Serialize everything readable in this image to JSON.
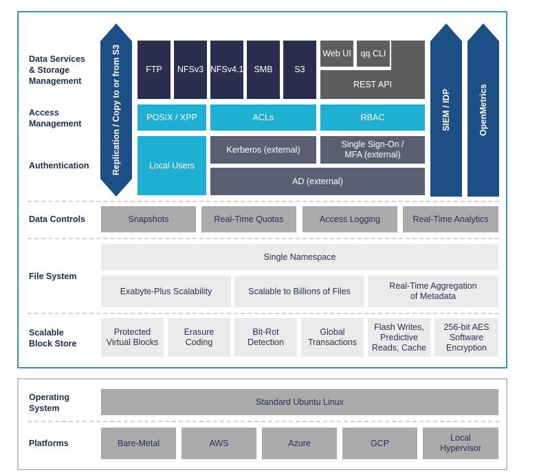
{
  "row_labels": {
    "data_services": "Data Services\n& Storage\nManagement",
    "access_management": "Access\nManagement",
    "authentication": "Authentication",
    "data_controls": "Data Controls",
    "file_system": "File System",
    "block_store": "Scalable\nBlock Store",
    "operating_system": "Operating\nSystem",
    "platforms": "Platforms"
  },
  "arrows": {
    "replication": "Replication / Copy to or from S3",
    "siem": "SIEM / IDP",
    "openmetrics": "OpenMetrics"
  },
  "protocols": [
    "FTP",
    "NFSv3",
    "NFSv4.1",
    "SMB",
    "S3"
  ],
  "interfaces": {
    "web_ui": "Web UI",
    "qq_cli": "qq CLI",
    "rest_api": "REST API"
  },
  "access": {
    "posix": "POSIX / XPP",
    "acls": "ACLs",
    "rbac": "RBAC"
  },
  "auth": {
    "local_users": "Local Users",
    "kerberos": "Kerberos (external)",
    "sso": "Single Sign-On /\nMFA (external)",
    "ad": "AD (external)"
  },
  "data_controls": [
    "Snapshots",
    "Real-Time Quotas",
    "Access Logging",
    "Real-Time Analytics"
  ],
  "file_system": {
    "namespace": "Single Namespace",
    "items": [
      "Exabyte-Plus Scalability",
      "Scalable to Billions of Files",
      "Real-Time Aggregation\nof Metadata"
    ]
  },
  "block_store": [
    "Protected\nVirtual Blocks",
    "Erasure\nCoding",
    "Bit-Rot\nDetection",
    "Global\nTransactions",
    "Flash Writes,\nPredictive\nReads, Cache",
    "256-bit AES\nSoftware\nEncryption"
  ],
  "operating_system": "Standard Ubuntu Linux",
  "platforms": [
    "Bare-Metal",
    "AWS",
    "Azure",
    "GCP",
    "Local\nHypervisor"
  ],
  "colors": {
    "frame": "#2f9ac0",
    "navy": "#2b2f4f",
    "cyan": "#1db0d2",
    "slate": "#5b5f72",
    "arrow": "#1c4f86",
    "light_gray": "#ebebeb",
    "mid_gray": "#ababab"
  }
}
